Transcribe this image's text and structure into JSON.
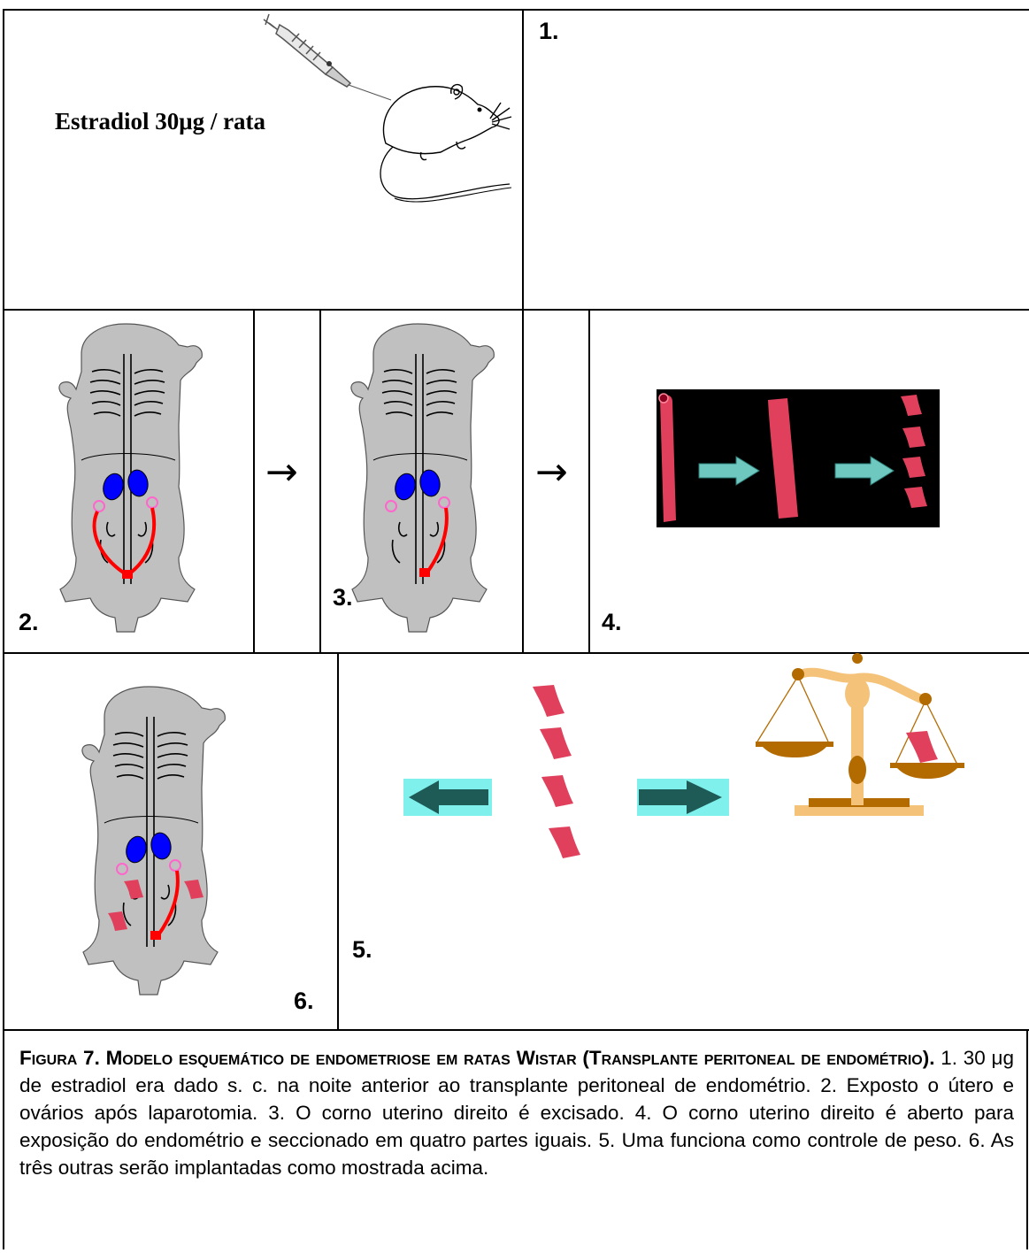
{
  "panel1": {
    "label": "Estradiol 30μg / rata",
    "number": "1."
  },
  "panel2": {
    "number": "2."
  },
  "panel3": {
    "number": "3."
  },
  "panel4": {
    "number": "4."
  },
  "panel5": {
    "number": "5."
  },
  "panel6": {
    "number": "6."
  },
  "arrows": {
    "a1": "→",
    "a2": "→"
  },
  "caption": {
    "title": "Figura 7. Modelo esquemático de endometriose em ratas Wistar (Transplante peritoneal de endométrio).",
    "body": " 1. 30 μg de estradiol era dado s. c. na noite anterior ao transplante peritoneal de endométrio. 2. Exposto o útero e ovários após laparotomia. 3. O corno uterino direito é excisado. 4. O corno uterino direito é aberto para exposição do endométrio e seccionado em quatro partes iguais. 5. Uma funciona como controle de peso. 6. As três outras serão implantadas como mostrada acima."
  },
  "colors": {
    "rat_body": "#c0c0c0",
    "kidney": "#0000ff",
    "uterus": "#ff0000",
    "tissue": "#e0405c",
    "ovary": "#ff66cc",
    "panel4_bg": "#000000",
    "scale": "#f5c27a",
    "scale_dark": "#b36b00"
  }
}
